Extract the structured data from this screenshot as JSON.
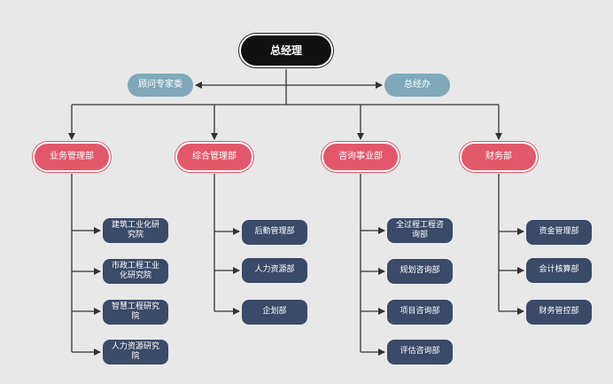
{
  "root": "总经理",
  "advisors": [
    "顾问专家委",
    "总经办"
  ],
  "departments": [
    {
      "label": "业务管理部",
      "children": [
        "建筑工业化研究院",
        "市政工程工业化研究院",
        "智慧工程研究院",
        "人力资源研究院"
      ]
    },
    {
      "label": "综合管理部",
      "children": [
        "后勤管理部",
        "人力资源部",
        "企划部"
      ]
    },
    {
      "label": "咨询事业部",
      "children": [
        "全过程工程咨询部",
        "规划咨询部",
        "项目咨询部",
        "评估咨询部"
      ]
    },
    {
      "label": "财务部",
      "children": [
        "资金管理部",
        "会计核算部",
        "财务管控部"
      ]
    }
  ],
  "colors": {
    "background": "#e8e8e8",
    "root": "#111111",
    "advisor": "#7fa9b8",
    "department": "#e3576a",
    "sub_department": "#3b4a66",
    "connector": "#333333"
  }
}
